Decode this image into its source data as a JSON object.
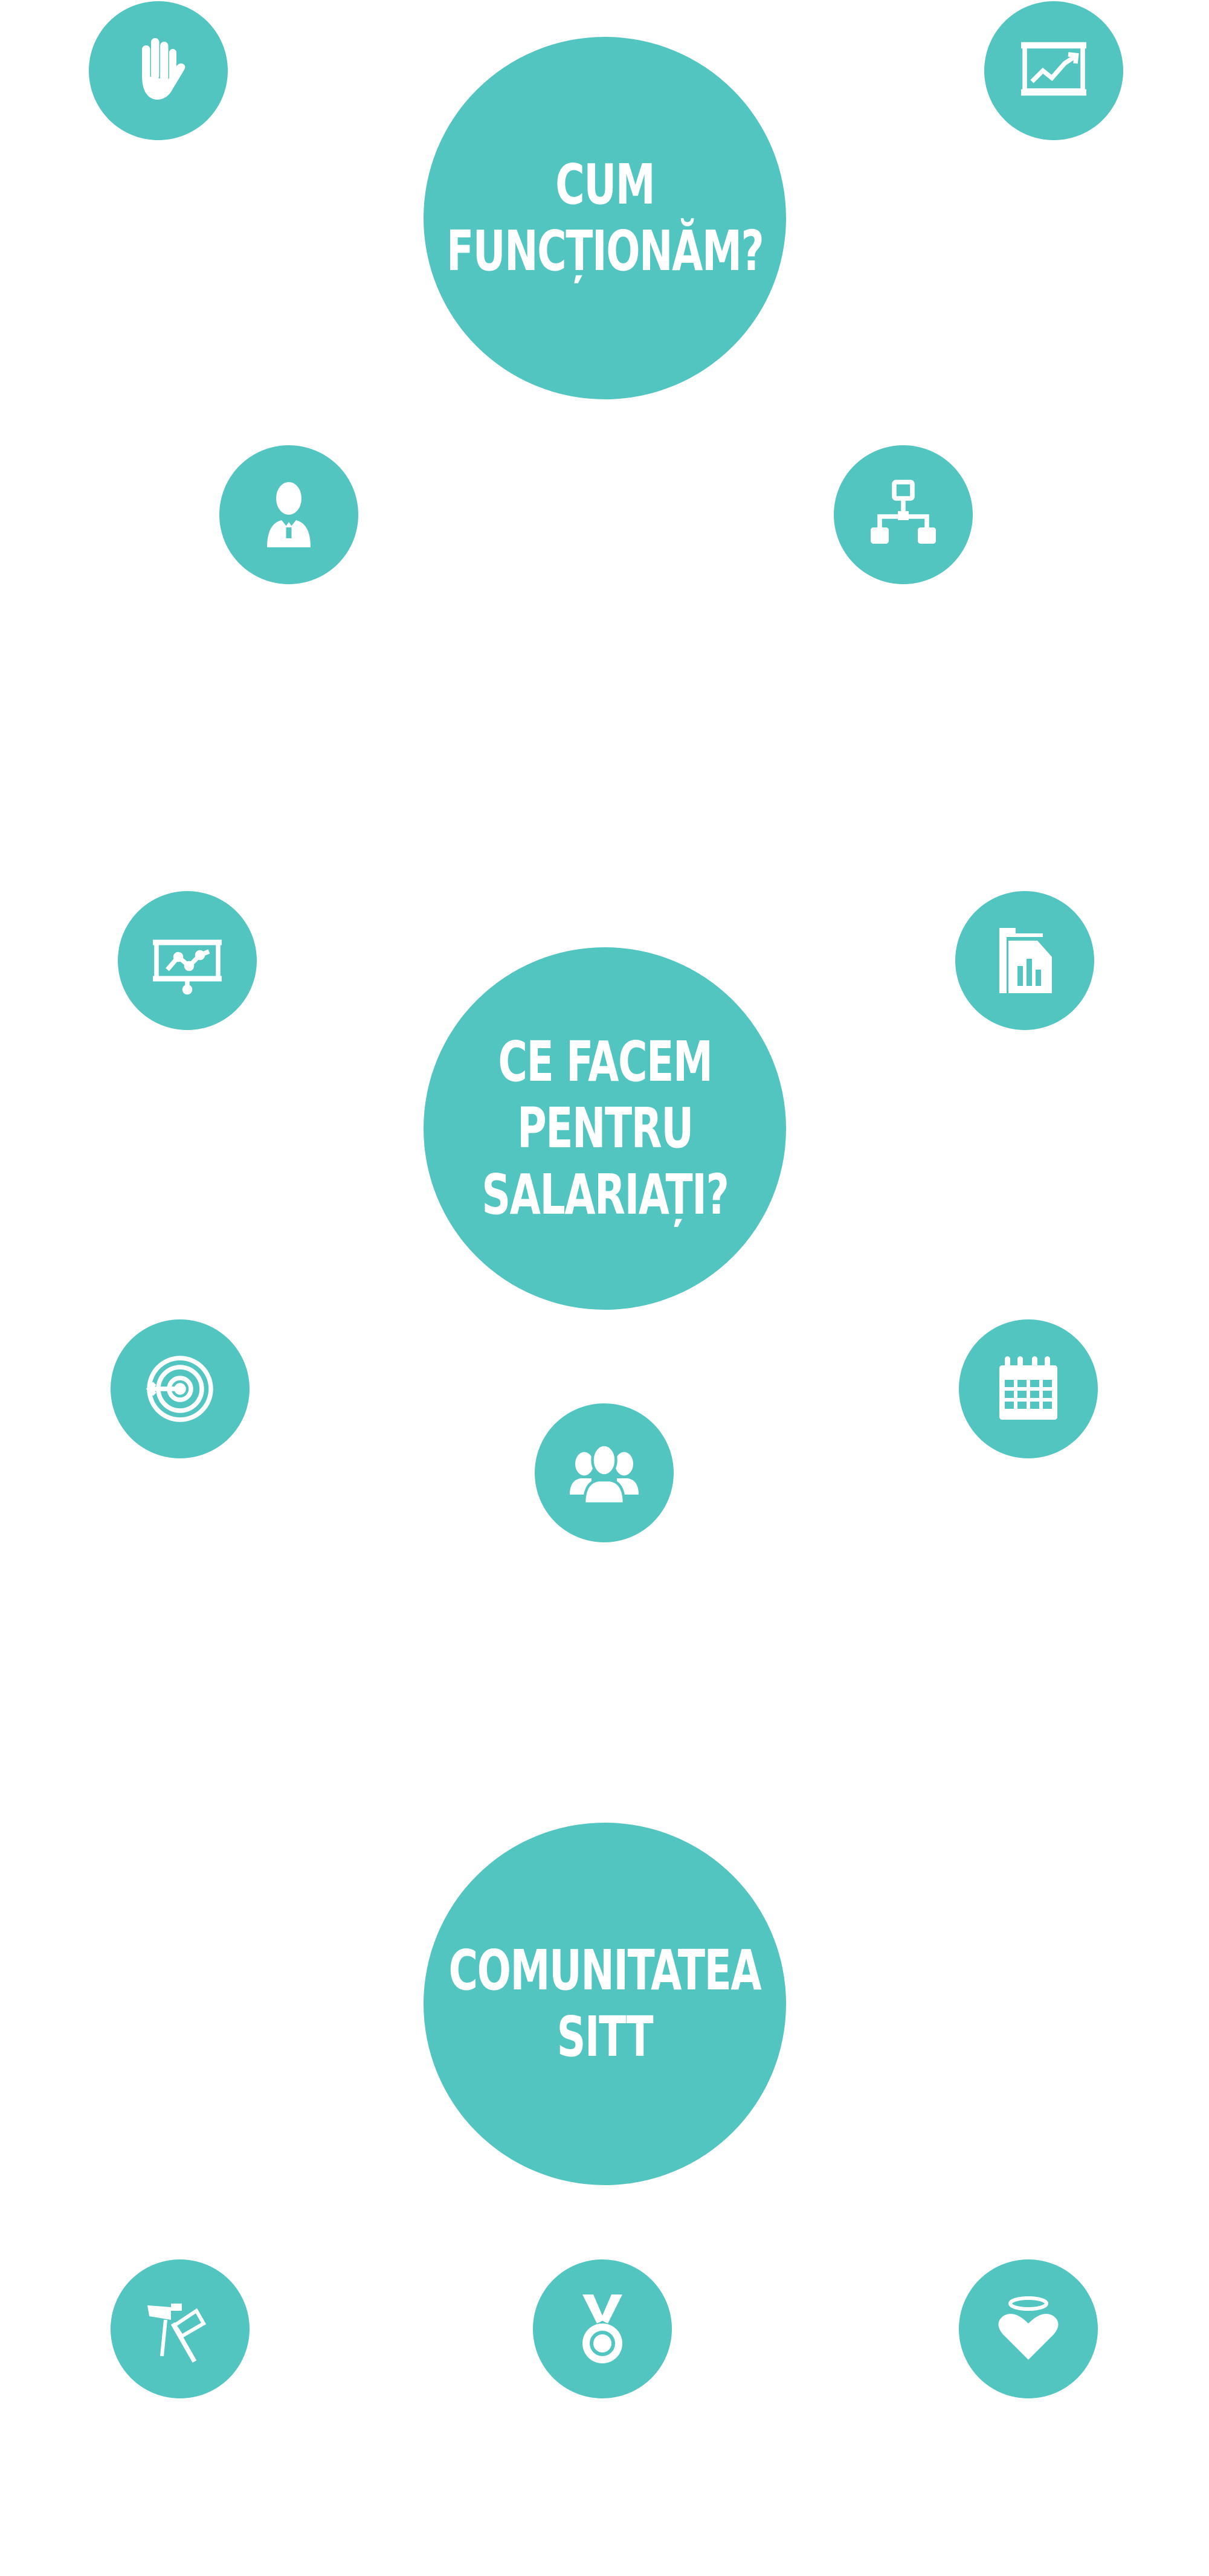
{
  "accent_color": "#52c5c0",
  "sections": [
    {
      "title": "CUM\nFUNCȚIONĂM?",
      "icons": [
        "hand-icon",
        "presentation-chart-icon",
        "businessman-icon",
        "org-chart-icon"
      ]
    },
    {
      "title": "CE FACEM\nPENTRU\nSALARIAȚI?",
      "icons": [
        "whiteboard-chart-icon",
        "documents-chart-icon",
        "target-icon",
        "calendar-icon",
        "group-icon"
      ]
    },
    {
      "title": "COMUNITATEA\nSITT",
      "icons": [
        "megaphone-flag-icon",
        "medal-icon",
        "halo-heart-icon"
      ]
    }
  ]
}
